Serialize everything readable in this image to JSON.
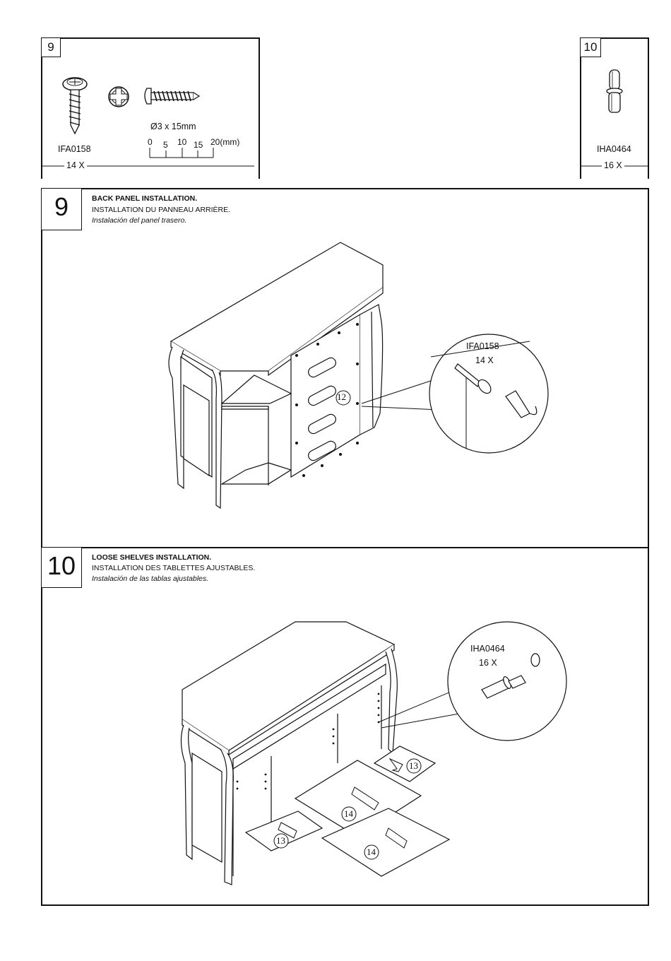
{
  "hardware": [
    {
      "step": "9",
      "code": "IFA0158",
      "qty": "14 X",
      "size_label": "Ø3 x 15mm",
      "scale": [
        "0",
        "5",
        "10",
        "15",
        "20(mm)"
      ]
    },
    {
      "step": "10",
      "code": "IHA0464",
      "qty": "16 X"
    }
  ],
  "steps": [
    {
      "number": "9",
      "title_en": "BACK PANEL INSTALLATION.",
      "title_fr": "INSTALLATION DU PANNEAU ARRIÈRE.",
      "title_es": "Instalación del panel trasero.",
      "part_label": "12",
      "callout_code": "IFA0158",
      "callout_qty": "14 X"
    },
    {
      "number": "10",
      "title_en": "LOOSE SHELVES INSTALLATION.",
      "title_fr": "INSTALLATION DES TABLETTES AJUSTABLES.",
      "title_es": "Instalación de las tablas ajustables.",
      "part_labels": [
        "13",
        "14",
        "14",
        "13"
      ],
      "callout_code": "IHA0464",
      "callout_qty": "16 X"
    }
  ]
}
